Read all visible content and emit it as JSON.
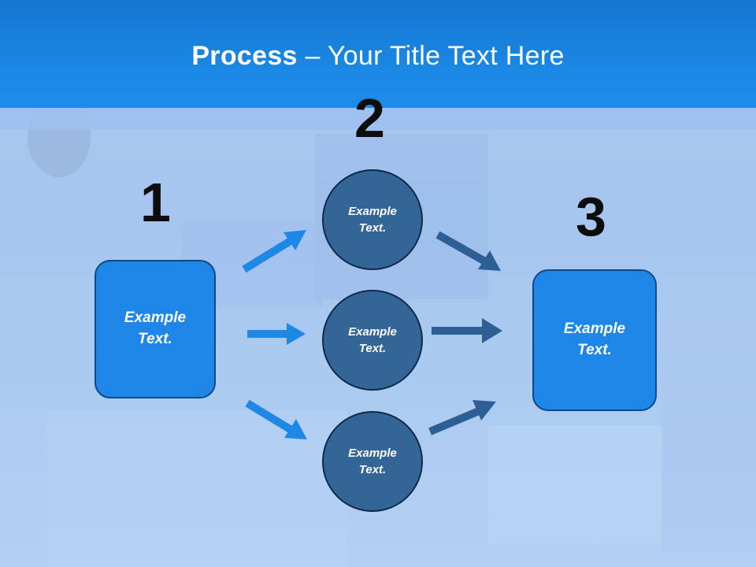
{
  "title": {
    "bold": "Process",
    "rest": " – Your Title Text Here"
  },
  "steps": {
    "one": {
      "number": "1",
      "label": "Example Text."
    },
    "two": {
      "number": "2",
      "label": "Example Text."
    },
    "three": {
      "number": "3",
      "label": "Example Text."
    }
  },
  "circles": [
    {
      "label": "Example Text."
    },
    {
      "label": "Example Text."
    },
    {
      "label": "Example Text."
    }
  ],
  "colors": {
    "header": "#1a87e3",
    "box": "#1d86e6",
    "circle": "#346597",
    "arrow_left": "#1e88e5",
    "arrow_right": "#2d5f94"
  }
}
